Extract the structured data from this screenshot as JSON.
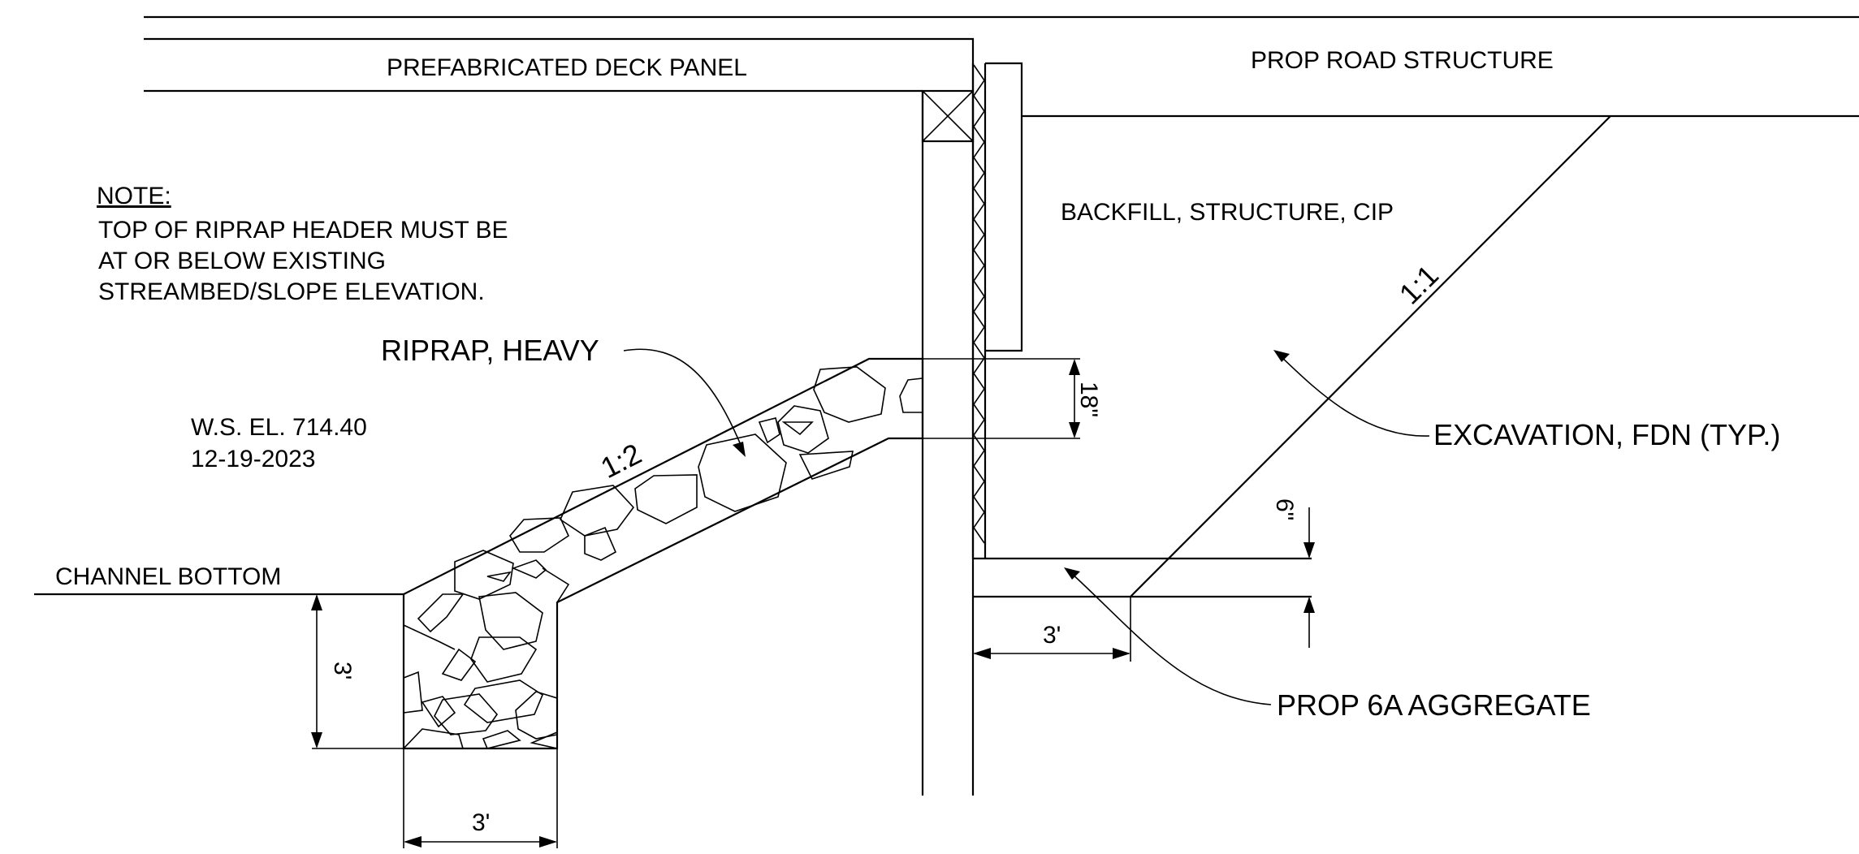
{
  "labels": {
    "deck_panel": "PREFABRICATED DECK PANEL",
    "road_structure": "PROP ROAD STRUCTURE",
    "backfill": "BACKFILL, STRUCTURE, CIP",
    "riprap": "RIPRAP, HEAVY",
    "excavation": "EXCAVATION, FDN  (TYP.)",
    "aggregate": "PROP 6A AGGREGATE",
    "channel_bottom": "CHANNEL BOTTOM"
  },
  "note": {
    "heading": "NOTE:",
    "line1": "TOP OF RIPRAP HEADER MUST BE",
    "line2": "AT OR BELOW EXISTING",
    "line3": "STREAMBED/SLOPE ELEVATION."
  },
  "water_surface": {
    "elevation": "W.S.  EL. 714.40",
    "date": "12-19-2023"
  },
  "slopes": {
    "riprap_slope": "1:2",
    "excavation_slope": "1:1"
  },
  "dimensions": {
    "riprap_header": "18\"",
    "aggregate_depth": "6\"",
    "aggregate_width": "3'",
    "toe_depth": "3'",
    "toe_width": "3'"
  }
}
